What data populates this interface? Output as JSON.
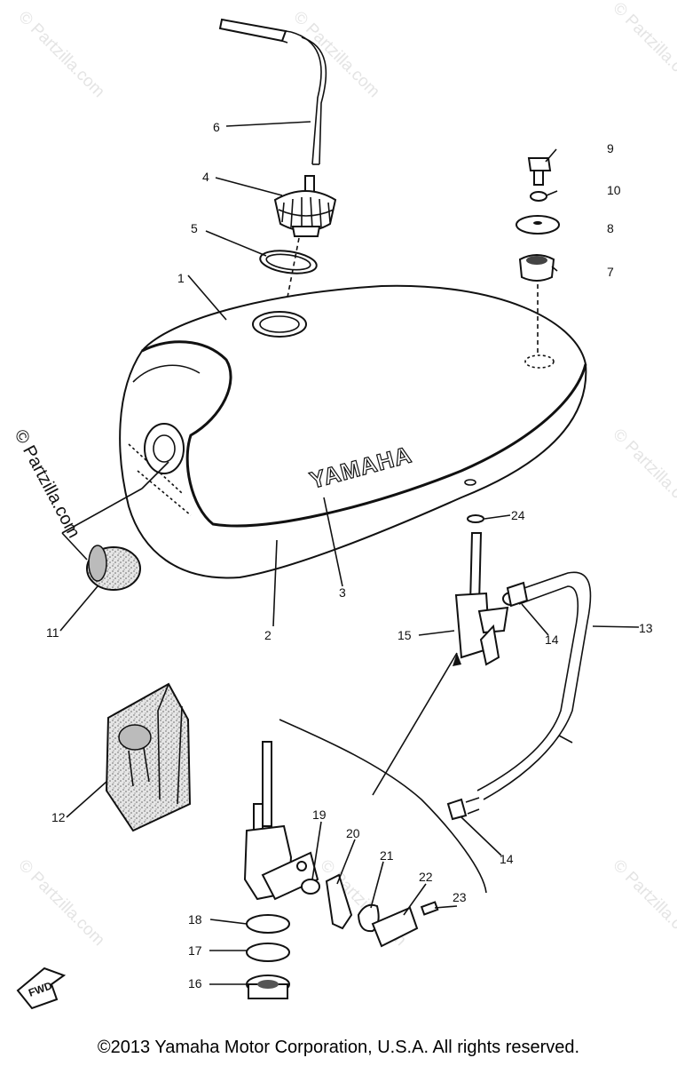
{
  "watermark": "© Partzilla.com",
  "tank_brand": "YAMAHA",
  "fwd_label": "FWD",
  "copyright": "©2013  Yamaha Motor Corporation, U.S.A. All rights reserved.",
  "callouts": {
    "c1": "1",
    "c2": "2",
    "c3": "3",
    "c4": "4",
    "c5": "5",
    "c6": "6",
    "c7": "7",
    "c8": "8",
    "c9": "9",
    "c10": "10",
    "c11": "11",
    "c12": "12",
    "c13": "13",
    "c14a": "14",
    "c14b": "14",
    "c15": "15",
    "c16": "16",
    "c17": "17",
    "c18": "18",
    "c19": "19",
    "c20": "20",
    "c21": "21",
    "c22": "22",
    "c23": "23",
    "c24": "24"
  }
}
